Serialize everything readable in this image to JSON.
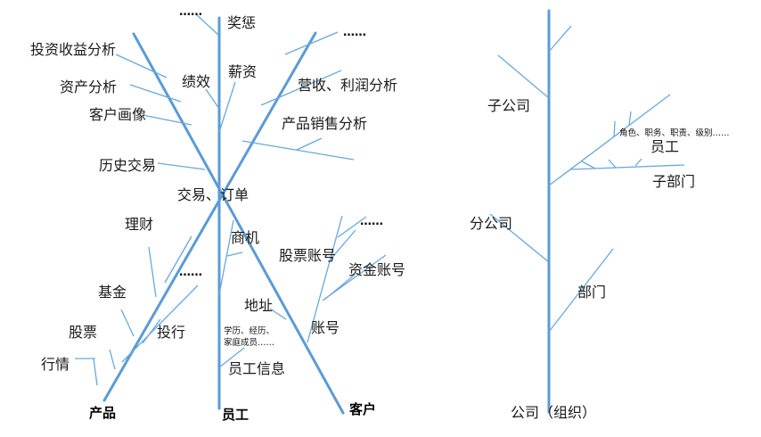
{
  "left": {
    "roots": {
      "product": "产品",
      "employee": "员工",
      "customer": "客户"
    },
    "center": "交易、订单",
    "upper_left": {
      "investment_analysis": "投资收益分析",
      "asset_analysis": "资产分析",
      "customer_profile": "客户画像",
      "history_trade": "历史交易"
    },
    "upper_middle": {
      "dots": "……",
      "reward": "奖惩",
      "performance": "绩效",
      "salary": "薪资"
    },
    "upper_right": {
      "dots": "……",
      "revenue_profit": "营收、利润分析",
      "product_sales": "产品销售分析"
    },
    "lower_left": {
      "wealth": "理财",
      "dots": "……",
      "fund": "基金",
      "stock": "股票",
      "ipo": "投行",
      "quote": "行情"
    },
    "lower_middle": {
      "opportunity": "商机",
      "address": "地址",
      "education": "学历、经历、",
      "family": "家庭成员……",
      "employee_info": "员工信息"
    },
    "lower_right": {
      "dots": "……",
      "stock_account": "股票账号",
      "fund_account": "资金账号",
      "account": "账号"
    }
  },
  "right": {
    "root": "公司（组织）",
    "subsidiary": "子公司",
    "roles": "角色、职务、职责、级别……",
    "employee": "员工",
    "sub_department": "子部门",
    "branch": "分公司",
    "department": "部门"
  }
}
